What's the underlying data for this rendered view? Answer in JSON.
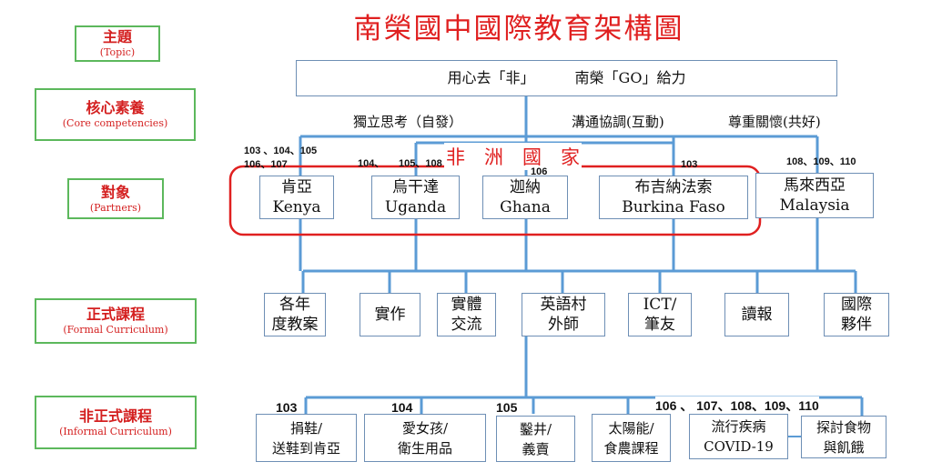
{
  "title": "南榮國中國際教育架構圖",
  "row_labels": {
    "topic": {
      "zh": "主題",
      "en": "(Topic)"
    },
    "core": {
      "zh": "核心素養",
      "en": "(Core competencies)"
    },
    "partners": {
      "zh": "對象",
      "en": "(Partners)"
    },
    "formal": {
      "zh": "正式課程",
      "en": "(Formal Curriculum)"
    },
    "informal": {
      "zh": "非正式課程",
      "en": "(Informal Curriculum)"
    }
  },
  "topic": {
    "left": "用心去「非」",
    "right": "南榮「GO」給力"
  },
  "competencies": [
    "獨立思考（自發）",
    "溝通協調(互動)",
    "尊重關懷(共好)"
  ],
  "africa_label": "非　洲　國　家",
  "partners": [
    {
      "zh": "肯亞",
      "en": "Kenya",
      "years": [
        "103 、104、105",
        "106、107"
      ]
    },
    {
      "zh": "烏干達",
      "en": "Uganda",
      "years": [
        "104、",
        "105、108"
      ]
    },
    {
      "zh": "迦納",
      "en": "Ghana",
      "years": [
        "106"
      ]
    },
    {
      "zh": "布吉納法索",
      "en": "Burkina Faso",
      "years": [
        "103"
      ]
    },
    {
      "zh": "馬來西亞",
      "en": "Malaysia",
      "years": [
        "108、109、110"
      ]
    }
  ],
  "formal": [
    [
      "各年",
      "度教案"
    ],
    [
      "實作",
      ""
    ],
    [
      "實體",
      "交流"
    ],
    [
      "英語村",
      "外師"
    ],
    [
      "ICT/",
      "筆友"
    ],
    [
      "讀報",
      ""
    ],
    [
      "國際",
      "夥伴"
    ]
  ],
  "informal": [
    [
      "捐鞋/",
      "送鞋到肯亞"
    ],
    [
      "愛女孩/",
      "衛生用品"
    ],
    [
      "鑿井/",
      "義賣"
    ],
    [
      "太陽能/",
      "食農課程"
    ],
    [
      "流行疾病",
      "COVID-19"
    ],
    [
      "探討食物",
      "與飢餓"
    ]
  ],
  "informal_years": [
    "103",
    "104",
    "105",
    "106 、 107、108、109、110"
  ],
  "colors": {
    "red": "#e02020",
    "green": "#5cb85c",
    "blue": "#5b9bd5"
  }
}
